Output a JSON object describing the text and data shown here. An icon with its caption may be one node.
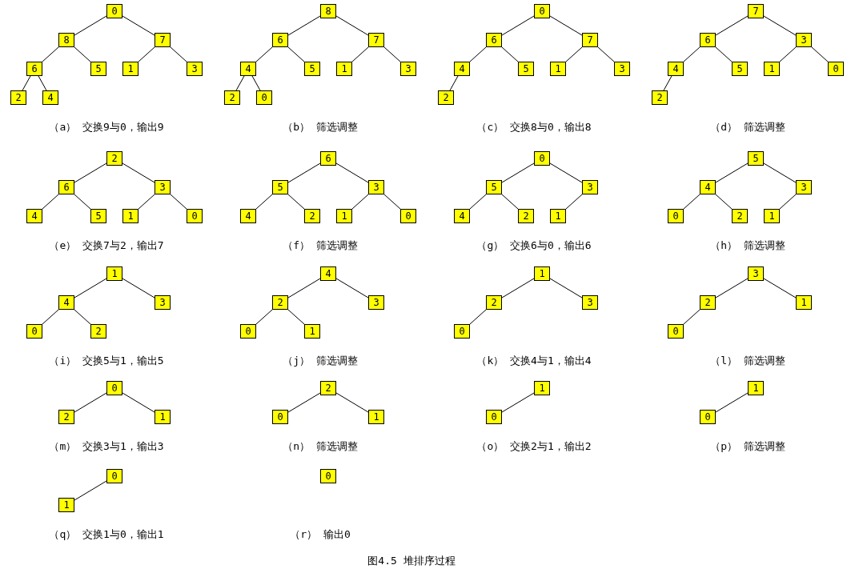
{
  "diagram": {
    "caption": "图4.5 堆排序过程",
    "nodes": [
      {
        "text": [
          "0"
        ]
      },
      {
        "text": [
          "8"
        ]
      },
      {
        "text": [
          "7"
        ]
      },
      {
        "text": [
          "6"
        ]
      },
      {
        "text": [
          "5"
        ]
      },
      {
        "text": [
          "1"
        ]
      },
      {
        "text": [
          "3"
        ]
      },
      {
        "text": [
          "2"
        ]
      },
      {
        "text": [
          "4"
        ]
      },
      {
        "text": [
          "8"
        ]
      },
      {
        "text": [
          "6"
        ]
      },
      {
        "text": [
          "7"
        ]
      },
      {
        "text": [
          "4"
        ]
      },
      {
        "text": [
          "5"
        ]
      },
      {
        "text": [
          "1"
        ]
      },
      {
        "text": [
          "3"
        ]
      },
      {
        "text": [
          "2"
        ]
      },
      {
        "text": [
          "0"
        ]
      },
      {
        "text": [
          "0"
        ]
      },
      {
        "text": [
          "6"
        ]
      },
      {
        "text": [
          "7"
        ]
      },
      {
        "text": [
          "4"
        ]
      },
      {
        "text": [
          "5"
        ]
      },
      {
        "text": [
          "1"
        ]
      },
      {
        "text": [
          "3"
        ]
      },
      {
        "text": [
          "2"
        ]
      },
      {
        "text": [
          "7"
        ]
      },
      {
        "text": [
          "6"
        ]
      },
      {
        "text": [
          "3"
        ]
      },
      {
        "text": [
          "4"
        ]
      },
      {
        "text": [
          "5"
        ]
      },
      {
        "text": [
          "1"
        ]
      },
      {
        "text": [
          "0"
        ]
      },
      {
        "text": [
          "2"
        ]
      },
      {
        "text": [
          "2"
        ]
      },
      {
        "text": [
          "6"
        ]
      },
      {
        "text": [
          "3"
        ]
      },
      {
        "text": [
          "4"
        ]
      },
      {
        "text": [
          "5"
        ]
      },
      {
        "text": [
          "1"
        ]
      },
      {
        "text": [
          "0"
        ]
      },
      {
        "text": [
          "6"
        ]
      },
      {
        "text": [
          "5"
        ]
      },
      {
        "text": [
          "3"
        ]
      },
      {
        "text": [
          "4"
        ]
      },
      {
        "text": [
          "2"
        ]
      },
      {
        "text": [
          "1"
        ]
      },
      {
        "text": [
          "0"
        ]
      },
      {
        "text": [
          "0"
        ]
      },
      {
        "text": [
          "5"
        ]
      },
      {
        "text": [
          "3"
        ]
      },
      {
        "text": [
          "4"
        ]
      },
      {
        "text": [
          "2"
        ]
      },
      {
        "text": [
          "1"
        ]
      },
      {
        "text": [
          "5"
        ]
      },
      {
        "text": [
          "4"
        ]
      },
      {
        "text": [
          "3"
        ]
      },
      {
        "text": [
          "0"
        ]
      },
      {
        "text": [
          "2"
        ]
      },
      {
        "text": [
          "1"
        ]
      },
      {
        "text": [
          "1"
        ]
      },
      {
        "text": [
          "4"
        ]
      },
      {
        "text": [
          "3"
        ]
      },
      {
        "text": [
          "0"
        ]
      },
      {
        "text": [
          "2"
        ]
      },
      {
        "text": [
          "4"
        ]
      },
      {
        "text": [
          "2"
        ]
      },
      {
        "text": [
          "3"
        ]
      },
      {
        "text": [
          "0"
        ]
      },
      {
        "text": [
          "1"
        ]
      },
      {
        "text": [
          "1"
        ]
      },
      {
        "text": [
          "2"
        ]
      },
      {
        "text": [
          "3"
        ]
      },
      {
        "text": [
          "0"
        ]
      },
      {
        "text": [
          "3"
        ]
      },
      {
        "text": [
          "2"
        ]
      },
      {
        "text": [
          "1"
        ]
      },
      {
        "text": [
          "0"
        ]
      },
      {
        "text": [
          "0"
        ]
      },
      {
        "text": [
          "2"
        ]
      },
      {
        "text": [
          "1"
        ]
      },
      {
        "text": [
          "2"
        ]
      },
      {
        "text": [
          "0"
        ]
      },
      {
        "text": [
          "1"
        ]
      },
      {
        "text": [
          "1"
        ]
      },
      {
        "text": [
          "0"
        ]
      },
      {
        "text": [
          "1"
        ]
      },
      {
        "text": [
          "0"
        ]
      },
      {
        "text": [
          "0"
        ]
      },
      {
        "text": [
          "1"
        ]
      },
      {
        "text": [
          "0"
        ]
      }
    ],
    "edges": [
      {
        "from": 0,
        "to": 1,
        "arrow": "none"
      },
      {
        "from": 0,
        "to": 2,
        "arrow": "none"
      },
      {
        "from": 1,
        "to": 3,
        "arrow": "none"
      },
      {
        "from": 1,
        "to": 4,
        "arrow": "none"
      },
      {
        "from": 2,
        "to": 5,
        "arrow": "none"
      },
      {
        "from": 2,
        "to": 6,
        "arrow": "none"
      },
      {
        "from": 3,
        "to": 7,
        "arrow": "none"
      },
      {
        "from": 3,
        "to": 8,
        "arrow": "none"
      },
      {
        "from": 9,
        "to": 10,
        "arrow": "none"
      },
      {
        "from": 9,
        "to": 11,
        "arrow": "none"
      },
      {
        "from": 10,
        "to": 12,
        "arrow": "none"
      },
      {
        "from": 10,
        "to": 13,
        "arrow": "none"
      },
      {
        "from": 11,
        "to": 14,
        "arrow": "none"
      },
      {
        "from": 11,
        "to": 15,
        "arrow": "none"
      },
      {
        "from": 12,
        "to": 16,
        "arrow": "none"
      },
      {
        "from": 12,
        "to": 17,
        "arrow": "none"
      },
      {
        "from": 18,
        "to": 19,
        "arrow": "none"
      },
      {
        "from": 18,
        "to": 20,
        "arrow": "none"
      },
      {
        "from": 19,
        "to": 21,
        "arrow": "none"
      },
      {
        "from": 19,
        "to": 22,
        "arrow": "none"
      },
      {
        "from": 20,
        "to": 23,
        "arrow": "none"
      },
      {
        "from": 20,
        "to": 24,
        "arrow": "none"
      },
      {
        "from": 21,
        "to": 25,
        "arrow": "none"
      },
      {
        "from": 26,
        "to": 27,
        "arrow": "none"
      },
      {
        "from": 26,
        "to": 28,
        "arrow": "none"
      },
      {
        "from": 27,
        "to": 29,
        "arrow": "none"
      },
      {
        "from": 27,
        "to": 30,
        "arrow": "none"
      },
      {
        "from": 28,
        "to": 31,
        "arrow": "none"
      },
      {
        "from": 28,
        "to": 32,
        "arrow": "none"
      },
      {
        "from": 29,
        "to": 33,
        "arrow": "none"
      },
      {
        "from": 34,
        "to": 35,
        "arrow": "none"
      },
      {
        "from": 34,
        "to": 36,
        "arrow": "none"
      },
      {
        "from": 35,
        "to": 37,
        "arrow": "none"
      },
      {
        "from": 35,
        "to": 38,
        "arrow": "none"
      },
      {
        "from": 36,
        "to": 39,
        "arrow": "none"
      },
      {
        "from": 36,
        "to": 40,
        "arrow": "none"
      },
      {
        "from": 41,
        "to": 42,
        "arrow": "none"
      },
      {
        "from": 41,
        "to": 43,
        "arrow": "none"
      },
      {
        "from": 42,
        "to": 44,
        "arrow": "none"
      },
      {
        "from": 42,
        "to": 45,
        "arrow": "none"
      },
      {
        "from": 43,
        "to": 46,
        "arrow": "none"
      },
      {
        "from": 43,
        "to": 47,
        "arrow": "none"
      },
      {
        "from": 48,
        "to": 49,
        "arrow": "none"
      },
      {
        "from": 48,
        "to": 50,
        "arrow": "none"
      },
      {
        "from": 49,
        "to": 51,
        "arrow": "none"
      },
      {
        "from": 49,
        "to": 52,
        "arrow": "none"
      },
      {
        "from": 50,
        "to": 53,
        "arrow": "none"
      },
      {
        "from": 54,
        "to": 55,
        "arrow": "none"
      },
      {
        "from": 54,
        "to": 56,
        "arrow": "none"
      },
      {
        "from": 55,
        "to": 57,
        "arrow": "none"
      },
      {
        "from": 55,
        "to": 58,
        "arrow": "none"
      },
      {
        "from": 56,
        "to": 59,
        "arrow": "none"
      },
      {
        "from": 60,
        "to": 61,
        "arrow": "none"
      },
      {
        "from": 60,
        "to": 62,
        "arrow": "none"
      },
      {
        "from": 61,
        "to": 63,
        "arrow": "none"
      },
      {
        "from": 61,
        "to": 64,
        "arrow": "none"
      },
      {
        "from": 65,
        "to": 66,
        "arrow": "none"
      },
      {
        "from": 65,
        "to": 67,
        "arrow": "none"
      },
      {
        "from": 66,
        "to": 68,
        "arrow": "none"
      },
      {
        "from": 66,
        "to": 69,
        "arrow": "none"
      },
      {
        "from": 70,
        "to": 71,
        "arrow": "none"
      },
      {
        "from": 70,
        "to": 72,
        "arrow": "none"
      },
      {
        "from": 71,
        "to": 73,
        "arrow": "none"
      },
      {
        "from": 74,
        "to": 75,
        "arrow": "none"
      },
      {
        "from": 74,
        "to": 76,
        "arrow": "none"
      },
      {
        "from": 75,
        "to": 77,
        "arrow": "none"
      },
      {
        "from": 78,
        "to": 79,
        "arrow": "none"
      },
      {
        "from": 78,
        "to": 80,
        "arrow": "none"
      },
      {
        "from": 81,
        "to": 82,
        "arrow": "none"
      },
      {
        "from": 81,
        "to": 83,
        "arrow": "none"
      },
      {
        "from": 84,
        "to": 85,
        "arrow": "none"
      },
      {
        "from": 86,
        "to": 87,
        "arrow": "none"
      },
      {
        "from": 88,
        "to": 89,
        "arrow": "none"
      }
    ],
    "labels": [
      "（a） 交换9与0，输出9",
      "（b） 筛选调整",
      "（c） 交换8与0，输出8",
      "（d） 筛选调整",
      "（e） 交换7与2，输出7",
      "（f） 筛选调整",
      "（g） 交换6与0，输出6",
      "（h） 筛选调整",
      "（i） 交换5与1，输出5",
      "（j） 筛选调整",
      "（k） 交换4与1，输出4",
      "（l） 筛选调整",
      "（m） 交换3与1，输出3",
      "（n） 筛选调整",
      "（o） 交换2与1，输出2",
      "（p） 筛选调整",
      "（q） 交换1与0，输出1",
      "（r） 输出0"
    ]
  }
}
